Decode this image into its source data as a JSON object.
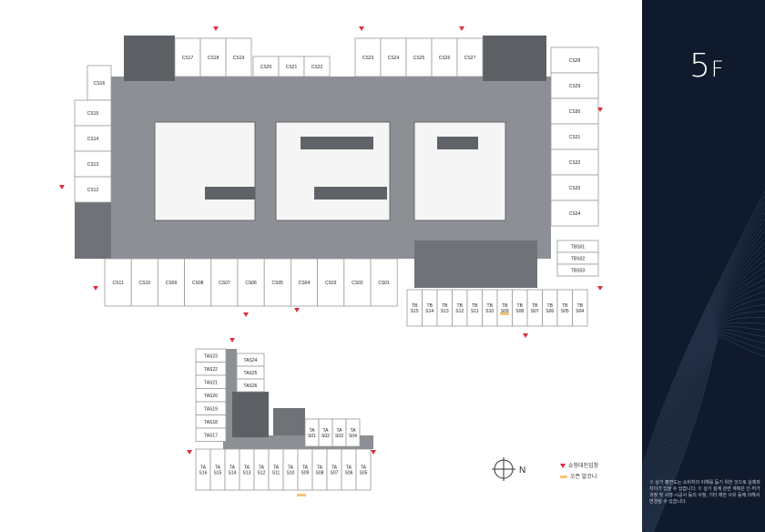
{
  "floor": {
    "number": "5",
    "letter": "F"
  },
  "legend": {
    "entrance": "쇼핑대진입창",
    "balcony": "오픈 발코니"
  },
  "compass": "N",
  "note": "※ 상기 평면도는 소비자의 이해를 돕기 위한 것으로 실제와 차이가 있을 수 있습니다. ※ 상기 설계 관련 계획은 인·허가 과정 및 시행·시공사 등의 사정, 기타 제반 사유 등에 의해서 변경될 수 있습니다.",
  "colors": {
    "corridor": "#8c8f94",
    "unit_border": "#9a9a9a",
    "entrance": "#e0303a",
    "balcony": "#f3c57a",
    "side_bg": "#0f1a2c"
  },
  "main_units": {
    "top_left": [
      "CS17",
      "CS18",
      "CS19"
    ],
    "top_mid": [
      "CS20",
      "CS21",
      "CS22"
    ],
    "top_right": [
      "CS23",
      "CS24",
      "CS25",
      "CS26",
      "CS27"
    ],
    "left": [
      "CS16",
      "CS15",
      "CS14",
      "CS13",
      "CS12"
    ],
    "bottom": [
      "CS11",
      "CS10",
      "CS09",
      "CS08",
      "CS07",
      "CS06",
      "CS05",
      "CS04",
      "CS03",
      "CS02",
      "CS01"
    ],
    "right": [
      "CS28",
      "CS29",
      "CS30",
      "CS31",
      "CS32",
      "CS33",
      "CS34"
    ],
    "right_tb": [
      "TBS01",
      "TBS02",
      "TBS03"
    ],
    "tb_row": [
      "S15",
      "S14",
      "S13",
      "S12",
      "S11",
      "S10",
      "S09",
      "S08",
      "S07",
      "S06",
      "S05",
      "S04"
    ],
    "tb_prefix": "TB"
  },
  "annex_units": {
    "left": [
      "TAS23",
      "TAS22",
      "TAS21",
      "TAS20",
      "TAS19",
      "TAS18",
      "TAS17"
    ],
    "right": [
      "TAS24",
      "TAS25",
      "TAS26"
    ],
    "mid": [
      "S01",
      "S02",
      "S03",
      "S04"
    ],
    "bottom": [
      "S16",
      "S15",
      "S14",
      "S13",
      "S12",
      "S11",
      "S10",
      "S09",
      "S08",
      "S07",
      "S06",
      "S05"
    ],
    "prefix": "TA"
  }
}
